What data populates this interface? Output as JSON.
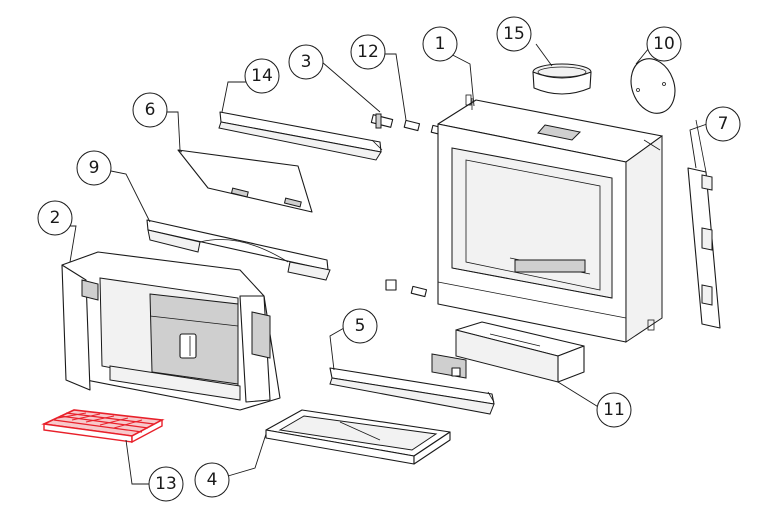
{
  "diagram": {
    "highlight_color": "#e8202a",
    "line_color": "#1a1a1a",
    "callouts": [
      {
        "id": "1",
        "label": "1"
      },
      {
        "id": "2",
        "label": "2"
      },
      {
        "id": "3",
        "label": "3"
      },
      {
        "id": "4",
        "label": "4"
      },
      {
        "id": "5",
        "label": "5"
      },
      {
        "id": "6",
        "label": "6"
      },
      {
        "id": "7",
        "label": "7"
      },
      {
        "id": "9",
        "label": "9"
      },
      {
        "id": "10",
        "label": "10"
      },
      {
        "id": "11",
        "label": "11"
      },
      {
        "id": "12",
        "label": "12"
      },
      {
        "id": "13",
        "label": "13"
      },
      {
        "id": "14",
        "label": "14"
      },
      {
        "id": "15",
        "label": "15"
      }
    ]
  }
}
